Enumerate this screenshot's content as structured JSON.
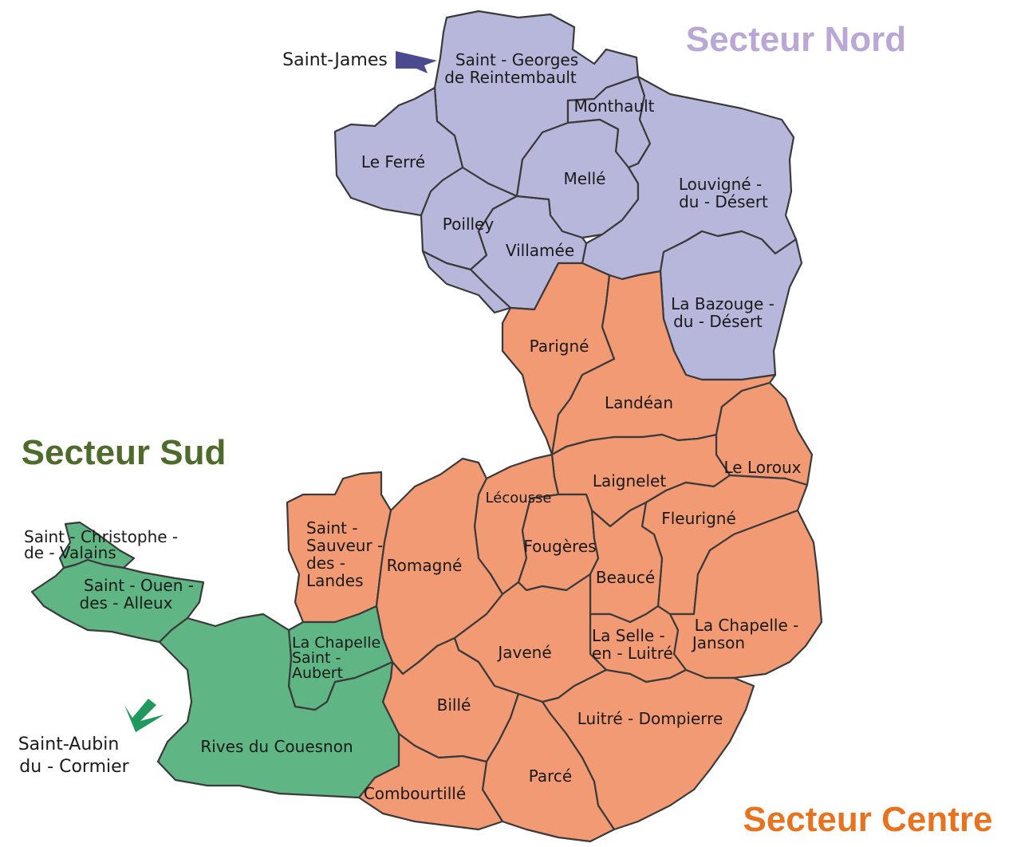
{
  "sectors": {
    "nord": {
      "label": "Secteur Nord",
      "color": "#b9a7d6"
    },
    "sud": {
      "label": "Secteur Sud",
      "color": "#4e6b2c"
    },
    "centre": {
      "label": "Secteur Centre",
      "color": "#e8731f"
    }
  },
  "region_colors": {
    "nord": "#b7b7db",
    "centre": "#f19a74",
    "sud": "#5fb583"
  },
  "external": {
    "saint_james": "Saint-James",
    "saint_aubin_1": "Saint-Aubin",
    "saint_aubin_2": "du - Cormier",
    "arrow_nord_color": "#4b4a8e",
    "arrow_sud_color": "#1f9a5c"
  },
  "communes": {
    "st_georges_1": "Saint - Georges",
    "st_georges_2": "de Reintembault",
    "monthault": "Monthault",
    "le_ferre": "Le Ferré",
    "melle": "Mellé",
    "louvigne_1": "Louvigné -",
    "louvigne_2": "du - Désert",
    "poilley": "Poilley",
    "villamee": "Villamée",
    "bazouge_1": "La Bazouge -",
    "bazouge_2": "du - Désert",
    "parigne": "Parigné",
    "landean": "Landéan",
    "le_loroux": "Le Loroux",
    "laignelet": "Laignelet",
    "lecousse": "Lécousse",
    "fleurigne": "Fleurigné",
    "st_sauveur_1": "Saint -",
    "st_sauveur_2": "Sauveur -",
    "st_sauveur_3": "des -",
    "st_sauveur_4": "Landes",
    "romagne": "Romagné",
    "fougeres": "Fougères",
    "beauce": "Beaucé",
    "chapelle_janson_1": "La Chapelle -",
    "chapelle_janson_2": "Janson",
    "la_selle_1": "La Selle -",
    "la_selle_2": "en - Luitré",
    "javene": "Javené",
    "chapelle_aubert_1": "La Chapelle",
    "chapelle_aubert_2": "Saint -",
    "chapelle_aubert_3": "Aubert",
    "st_christophe_1": "Saint - Christophe -",
    "st_christophe_2": "de - Valains",
    "st_ouen_1": "Saint - Ouen -",
    "st_ouen_2": "des - Alleux",
    "bille": "Billé",
    "luitre": "Luitré - Dompierre",
    "rives": "Rives du Couesnon",
    "parce": "Parcé",
    "combourtille": "Combourtillé"
  }
}
